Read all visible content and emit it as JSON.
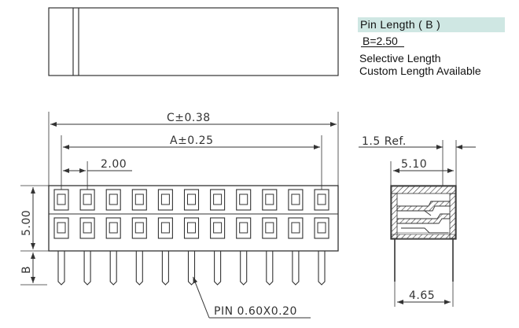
{
  "spec": {
    "pin_length_title": "Pin Length ( B )",
    "pin_length_value": "B=2.50",
    "selective": "Selective Length",
    "custom": "Custom Length Available"
  },
  "dimensions": {
    "c": "C±0.38",
    "a": "A±0.25",
    "pitch": "2.00",
    "height": "5.00",
    "b": "B",
    "ref": "1.5  Ref.",
    "width_top": "5.10",
    "width_bottom": "4.65",
    "pin": "PIN  0.60X0.20"
  },
  "colors": {
    "line": "#333333",
    "accent": "#cfe7e3"
  }
}
